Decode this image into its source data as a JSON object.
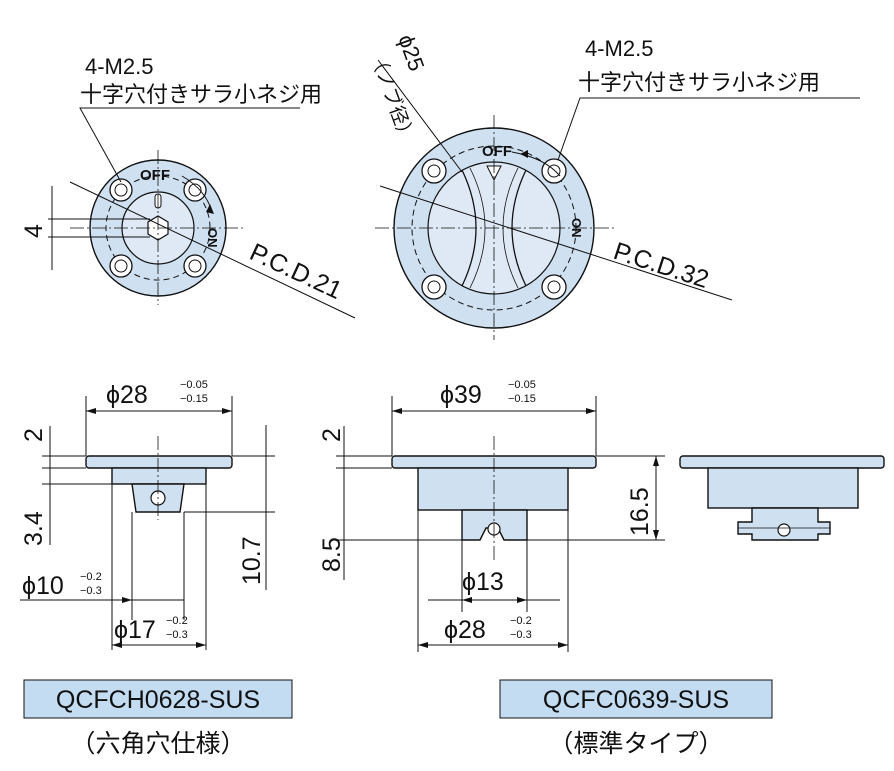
{
  "top_left": {
    "screw_qty": "4-M2.5",
    "screw_type": "十字穴付きサラ小ネジ用",
    "pcd": "P.C.D.21",
    "dim_4": "4",
    "off": "OFF",
    "on": "ON"
  },
  "top_right": {
    "screw_qty": "4-M2.5",
    "screw_type": "十字穴付きサラ小ネジ用",
    "pcd": "P.C.D.32",
    "knob_dia": "ϕ25",
    "knob_note": "（ノブ径）",
    "off": "OFF",
    "on": "ON"
  },
  "side_left": {
    "dia_main": "ϕ28",
    "tol_main_upper": "−0.05",
    "tol_main_lower": "−0.15",
    "dim_2": "2",
    "dim_34": "3.4",
    "dim_107": "10.7",
    "dia_10": "ϕ10",
    "tol_10_upper": "−0.2",
    "tol_10_lower": "−0.3",
    "dia_17": "ϕ17",
    "tol_17_upper": "−0.2",
    "tol_17_lower": "−0.3"
  },
  "side_right": {
    "dia_main": "ϕ39",
    "tol_main_upper": "−0.05",
    "tol_main_lower": "−0.15",
    "dim_2": "2",
    "dim_85": "8.5",
    "dim_165": "16.5",
    "dia_13": "ϕ13",
    "dia_28": "ϕ28",
    "tol_28_upper": "−0.2",
    "tol_28_lower": "−0.3"
  },
  "models": {
    "left_code": "QCFCH0628-SUS",
    "left_desc": "（六角穴仕様）",
    "right_code": "QCFC0639-SUS",
    "right_desc": "（標準タイプ）"
  }
}
